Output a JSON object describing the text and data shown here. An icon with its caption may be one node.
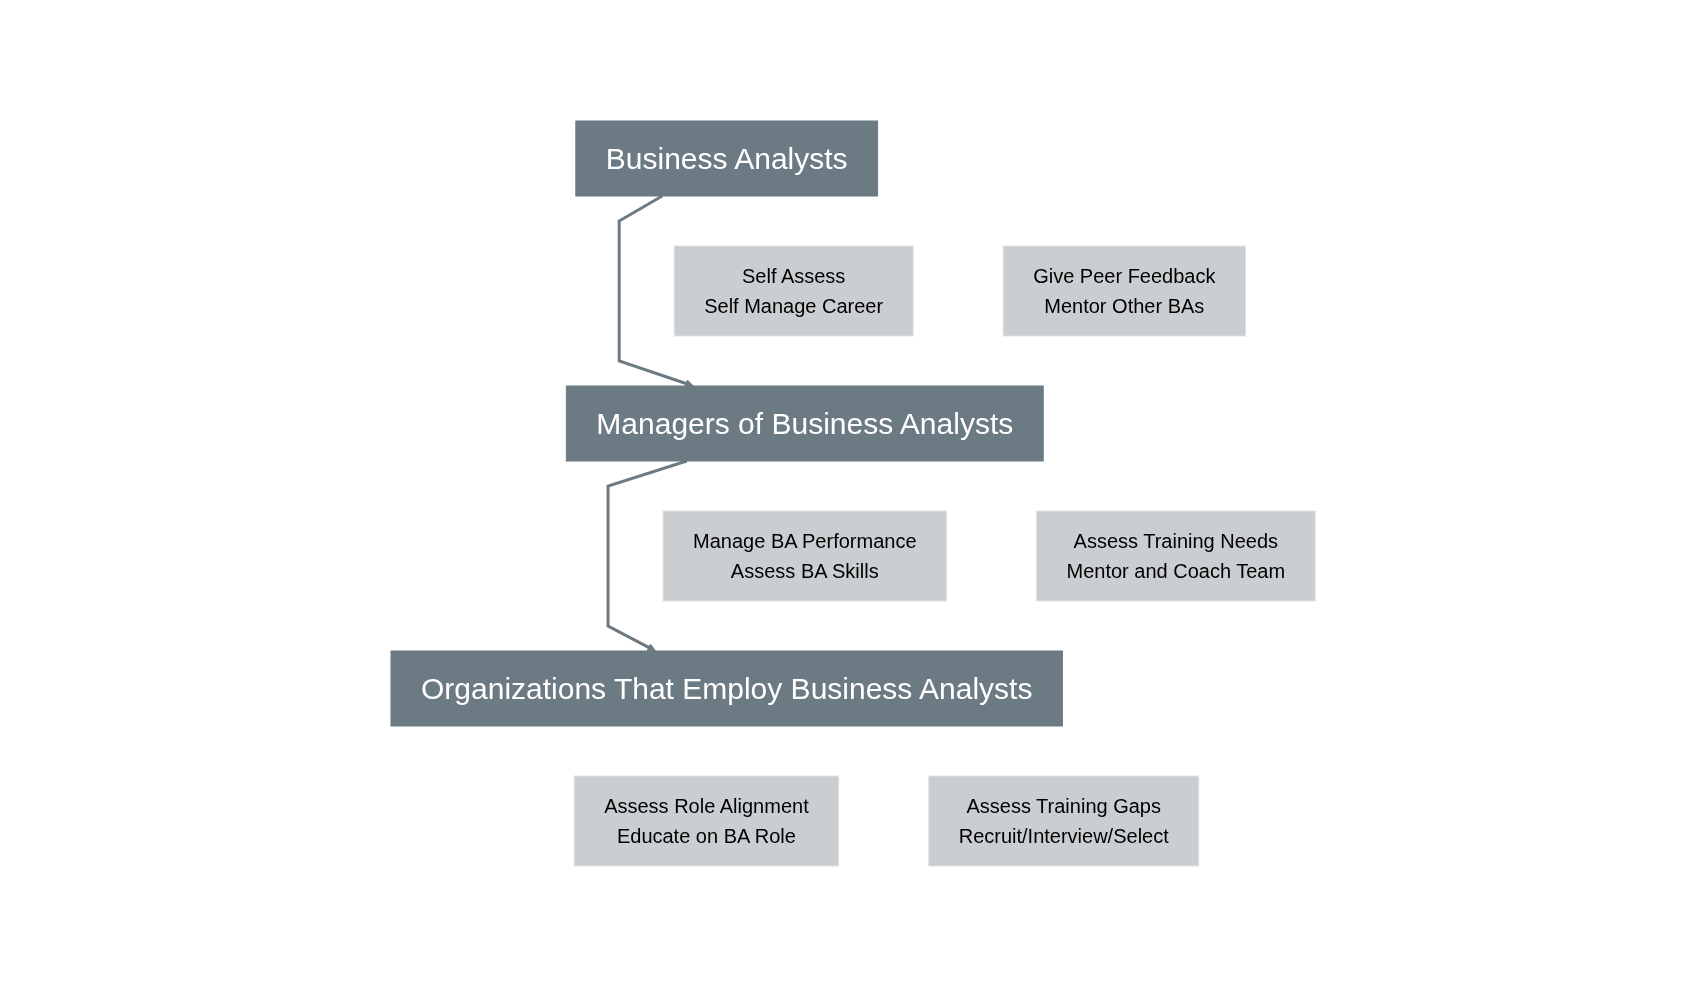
{
  "diagram": {
    "nodes": [
      {
        "text": [
          "Business Analysts"
        ]
      },
      {
        "text": [
          "Self Assess",
          "Self Manage Career"
        ]
      },
      {
        "text": [
          "Give Peer Feedback",
          "Mentor Other BAs"
        ]
      },
      {
        "text": [
          "Managers of Business Analysts"
        ]
      },
      {
        "text": [
          "Manage BA Performance",
          "Assess BA Skills"
        ]
      },
      {
        "text": [
          "Assess Training Needs",
          "Mentor and Coach Team"
        ]
      },
      {
        "text": [
          "Organizations That Employ Business Analysts"
        ]
      },
      {
        "text": [
          "Assess Role Alignment",
          "Educate on BA Role"
        ]
      },
      {
        "text": [
          "Assess Training Gaps",
          "Recruit/Interview/Select"
        ]
      }
    ],
    "edges": [
      {
        "from": 0,
        "to": 3,
        "arrow": "to"
      },
      {
        "from": 3,
        "to": 6,
        "arrow": "to"
      }
    ]
  }
}
